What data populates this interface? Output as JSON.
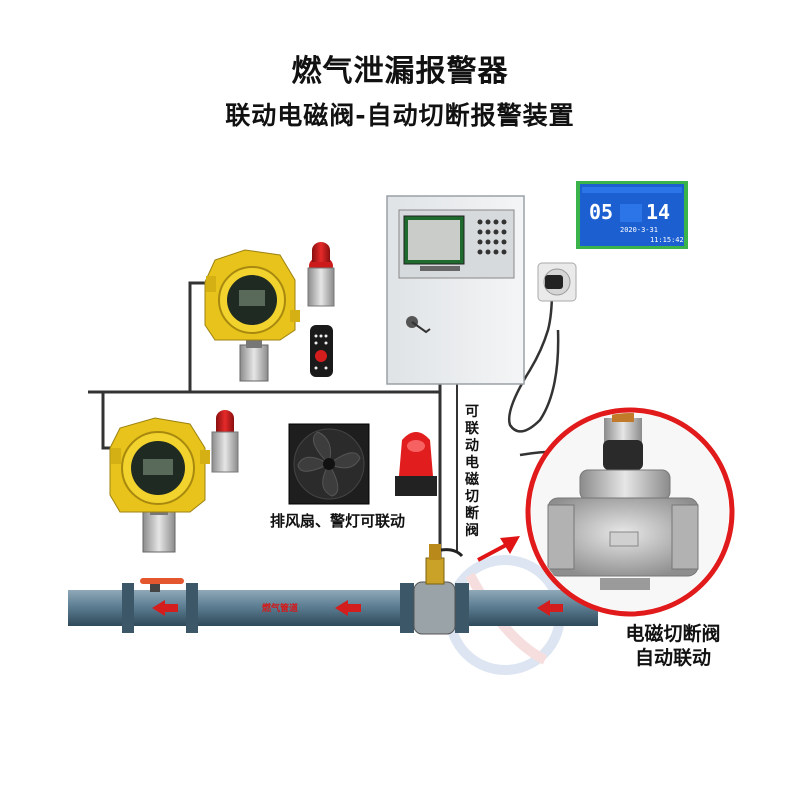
{
  "title": "燃气泄漏报警器",
  "subtitle": "联动电磁阀-自动切断报警装置",
  "linkage_label": "排风扇、警灯可联动",
  "vertical_label": "可联动电磁切断阀",
  "valve_label_line1": "电磁切断阀",
  "valve_label_line2": "自动联动",
  "pipe_label": "燃气管道",
  "lcd": {
    "left_value": "05",
    "right_value": "14",
    "date": "2020-3-31",
    "time": "11:15:42"
  },
  "colors": {
    "detector_yellow": "#e8c31b",
    "pipe_blue": "#5d7e93",
    "alarm_red": "#d41d1d",
    "lcd_blue": "#1c5fd1",
    "lcd_border": "#39b34a",
    "arrow_red": "#e01414"
  },
  "icons": [
    "gas-detector-icon",
    "alarm-light-icon",
    "remote-control-icon",
    "controller-box-icon",
    "power-socket-icon",
    "exhaust-fan-icon",
    "warning-light-icon",
    "solenoid-valve-icon",
    "lcd-display-icon",
    "flow-arrow-icon"
  ]
}
